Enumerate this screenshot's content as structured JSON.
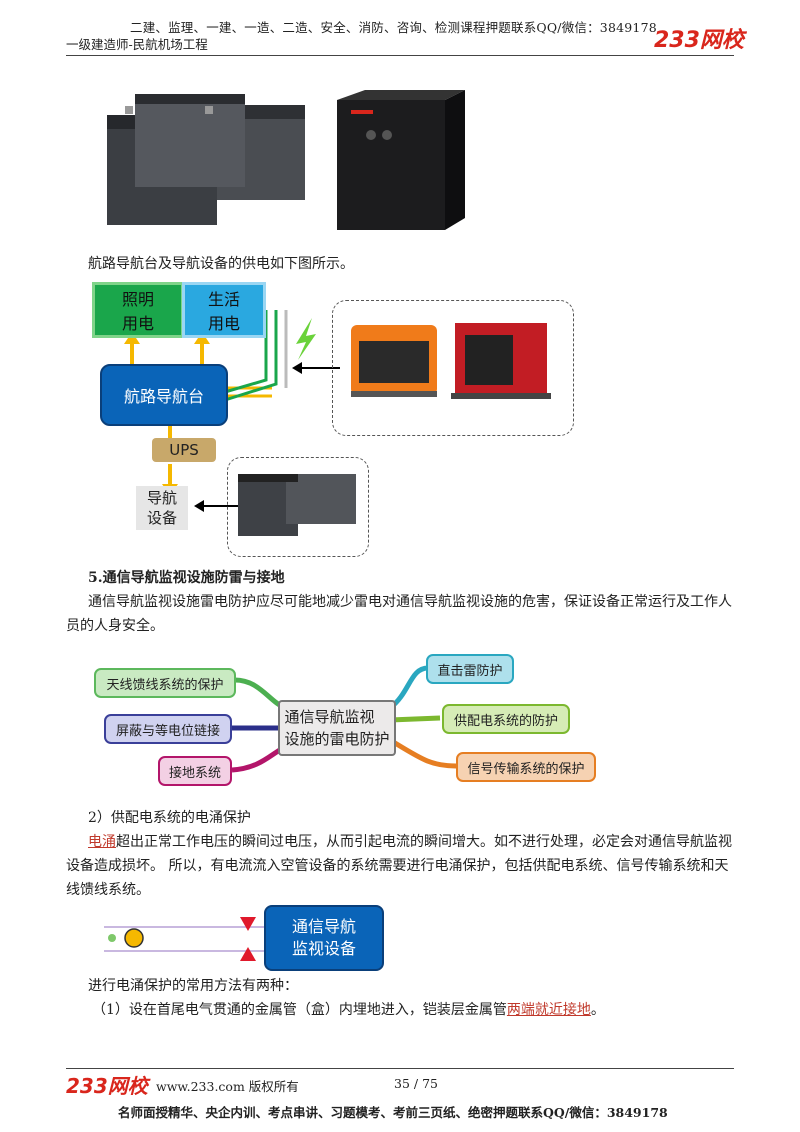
{
  "header": {
    "top_line": "二建、监理、一建、一造、二造、安全、消防、咨询、检测课程押题联系QQ/微信：3849178",
    "subtitle": "一级建造师-民航机场工程",
    "logo": "233网校"
  },
  "section": {
    "power_intro": "航路导航台及导航设备的供电如下图所示。",
    "heading": "5.通信导航监视设施防雷与接地",
    "para1": "通信导航监视设施雷电防护应尽可能地减少雷电对通信导航监视设施的危害，保证设备正常运行及工作人员的人身安全。",
    "sub_heading": "2）供配电系统的电涌保护",
    "surge_term": "电涌",
    "surge_para": "超出正常工作电压的瞬间过电压，从而引起电流的瞬间增大。如不进行处理，必定会对通信导航监视设备造成损坏。 所以，有电流流入空管设备的系统需要进行电涌保护，包括供配电系统、信号传输系统和天线馈线系统。",
    "methods_intro": "进行电涌保护的常用方法有两种：",
    "method1_prefix": "（1）设在首尾电气贯通的金属管（盒）内埋地进入，铠装层金属管",
    "method1_link": "两端就近接地",
    "method1_suffix": "。"
  },
  "power_diagram": {
    "lighting": "照明\n用电",
    "living": "生活\n用电",
    "station": "航路导航台",
    "ups": "UPS",
    "nav_equipment": "导航\n设备"
  },
  "mindmap": {
    "center": "通信导航监视\n设施的雷电防护",
    "left": [
      "天线馈线系统的保护",
      "屏蔽与等电位链接",
      "接地系统"
    ],
    "right": [
      "直击雷防护",
      "供配电系统的防护",
      "信号传输系统的保护"
    ]
  },
  "surge_diagram": {
    "equipment": "通信导航\n监视设备"
  },
  "footer": {
    "logo": "233网校",
    "copyright": "www.233.com 版权所有",
    "page": "35 / 75",
    "bottom_line": "名师面授精华、央企内训、考点串讲、习题模考、考前三页纸、绝密押题联系QQ/微信：3849178"
  },
  "colors": {
    "accent_red": "#d9261c",
    "station_blue": "#0a64b8",
    "lighting_green": "#1aa64b",
    "living_blue": "#2aa8e0",
    "ups_tan": "#c8a86a"
  }
}
